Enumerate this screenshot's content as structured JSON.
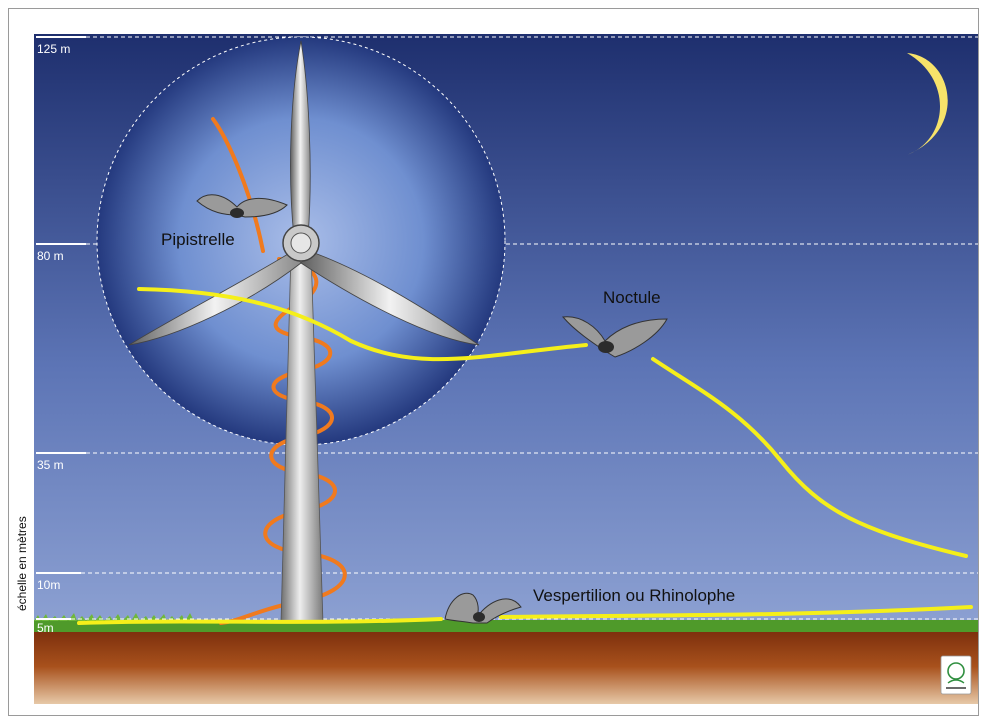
{
  "scale_levels": [
    {
      "label": "125 m"
    },
    {
      "label": "80 m"
    },
    {
      "label": "35 m"
    },
    {
      "label": "10m"
    },
    {
      "label": "5m"
    }
  ],
  "axis_title": "échelle en mètres",
  "bats": {
    "pipistrelle": "Pipistrelle",
    "noctule": "Noctule",
    "vespertilion": "Vespertilion ou Rhinolophe"
  },
  "colors": {
    "sky_top": "#1e2f6e",
    "sky_bottom": "#7f93c9",
    "rotor_zone": "#5a7fc4",
    "flight_path": "#f5ef1a",
    "spiral_path": "#f07a1e",
    "moon": "#f7e36a",
    "ground": "#8a3a12",
    "grass": "#4f9a2a"
  },
  "icons": {
    "moon": "crescent-moon-icon",
    "logo": "organization-logo-icon"
  }
}
